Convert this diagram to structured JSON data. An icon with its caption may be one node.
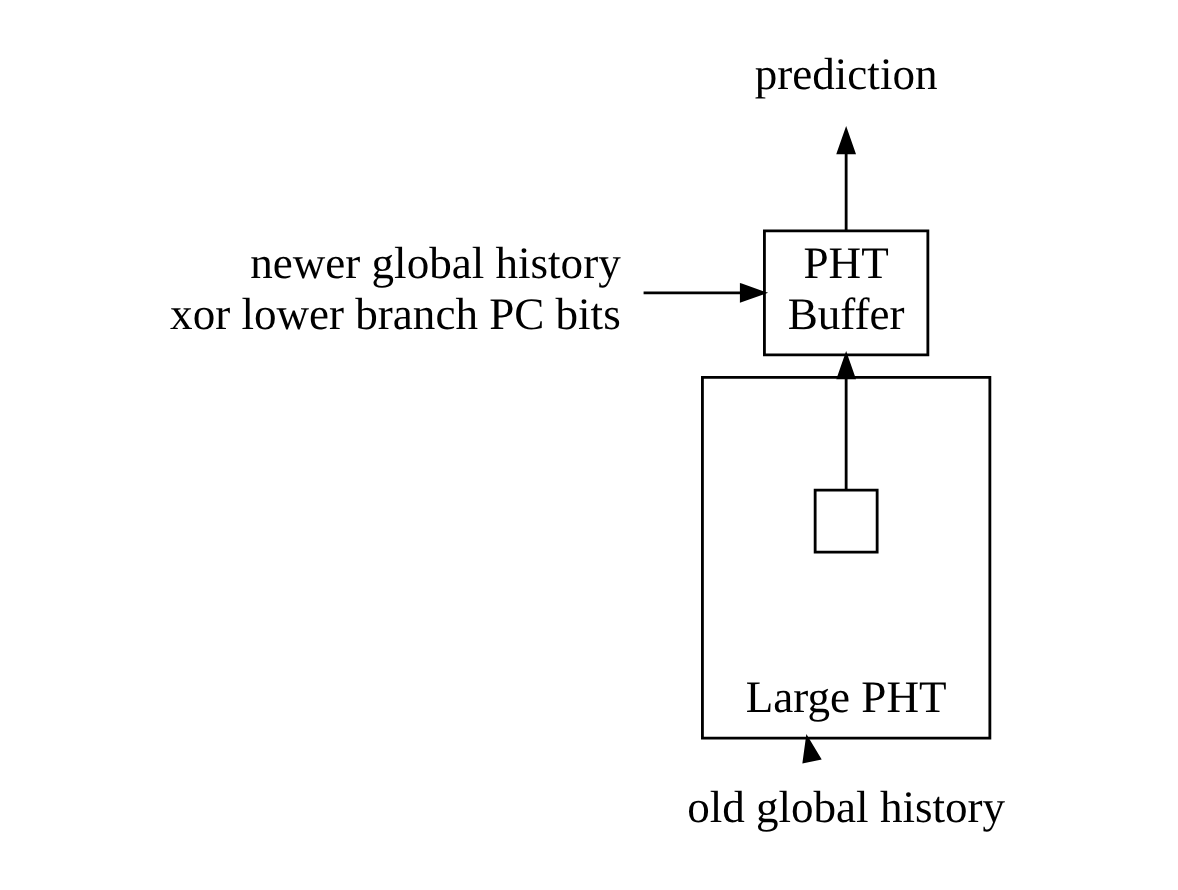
{
  "diagram": {
    "nodes": [
      {
        "text": [
          "prediction"
        ]
      },
      {
        "text": [
          "PHT Buffer"
        ]
      },
      {
        "text": [
          "newer global history xor lower branch PC bits"
        ]
      },
      {
        "text": [
          "Large PHT"
        ]
      },
      {
        "text": [],
        "shape": "box",
        "in": 3
      },
      {
        "text": [
          "old global history"
        ]
      }
    ],
    "edges": [
      {
        "from": 1,
        "to": 0,
        "arrow": "to"
      },
      {
        "from": 2,
        "to": 1,
        "arrow": "to"
      },
      {
        "from": 4,
        "to": 1,
        "arrow": "to"
      },
      {
        "from": 5,
        "to": 3,
        "arrow": "to"
      }
    ]
  }
}
